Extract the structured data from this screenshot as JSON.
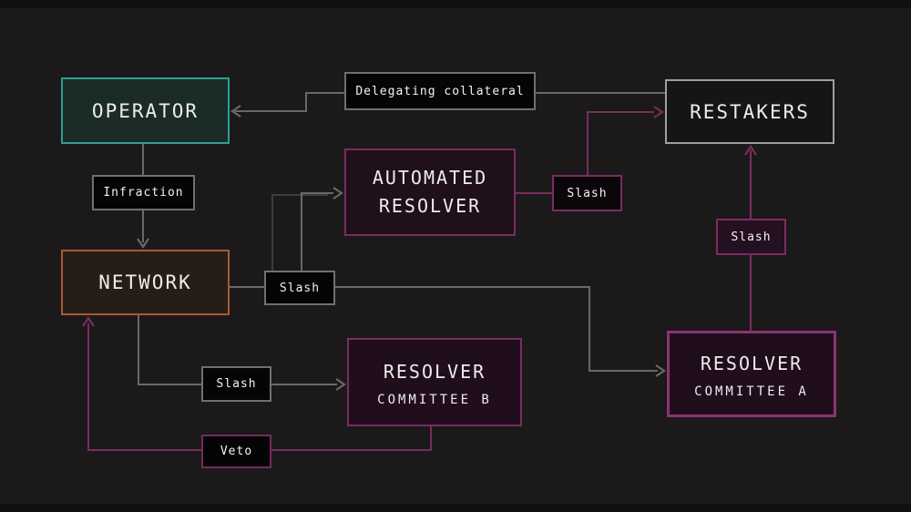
{
  "diagram": {
    "nodes": {
      "operator": {
        "label": "OPERATOR"
      },
      "restakers": {
        "label": "RESTAKERS"
      },
      "network": {
        "label": "NETWORK"
      },
      "automated_resolver": {
        "line1": "AUTOMATED",
        "line2": "RESOLVER"
      },
      "resolver_committee_a": {
        "line1": "RESOLVER",
        "line2": "COMMITTEE A"
      },
      "resolver_committee_b": {
        "line1": "RESOLVER",
        "line2": "COMMITTEE B"
      }
    },
    "edge_labels": {
      "delegating_collateral": "Delegating collateral",
      "infraction": "Infraction",
      "slash_network": "Slash",
      "slash_automated": "Slash",
      "slash_restakers": "Slash",
      "slash_committee_b": "Slash",
      "veto": "Veto"
    }
  },
  "colors": {
    "background": "#1b1919",
    "frame_bar": "#121010",
    "operator_border": "#2e9e8e",
    "network_border": "#a85a36",
    "restakers_border": "#9f9f9f",
    "purple_border": "#7b2c64",
    "committee_a_border": "#8a3570",
    "veto_border": "#76295e",
    "label_border": "#707070",
    "gray_line": "#696969",
    "dark_line": "#3d3d3d",
    "purple_line": "#7a2c60"
  }
}
